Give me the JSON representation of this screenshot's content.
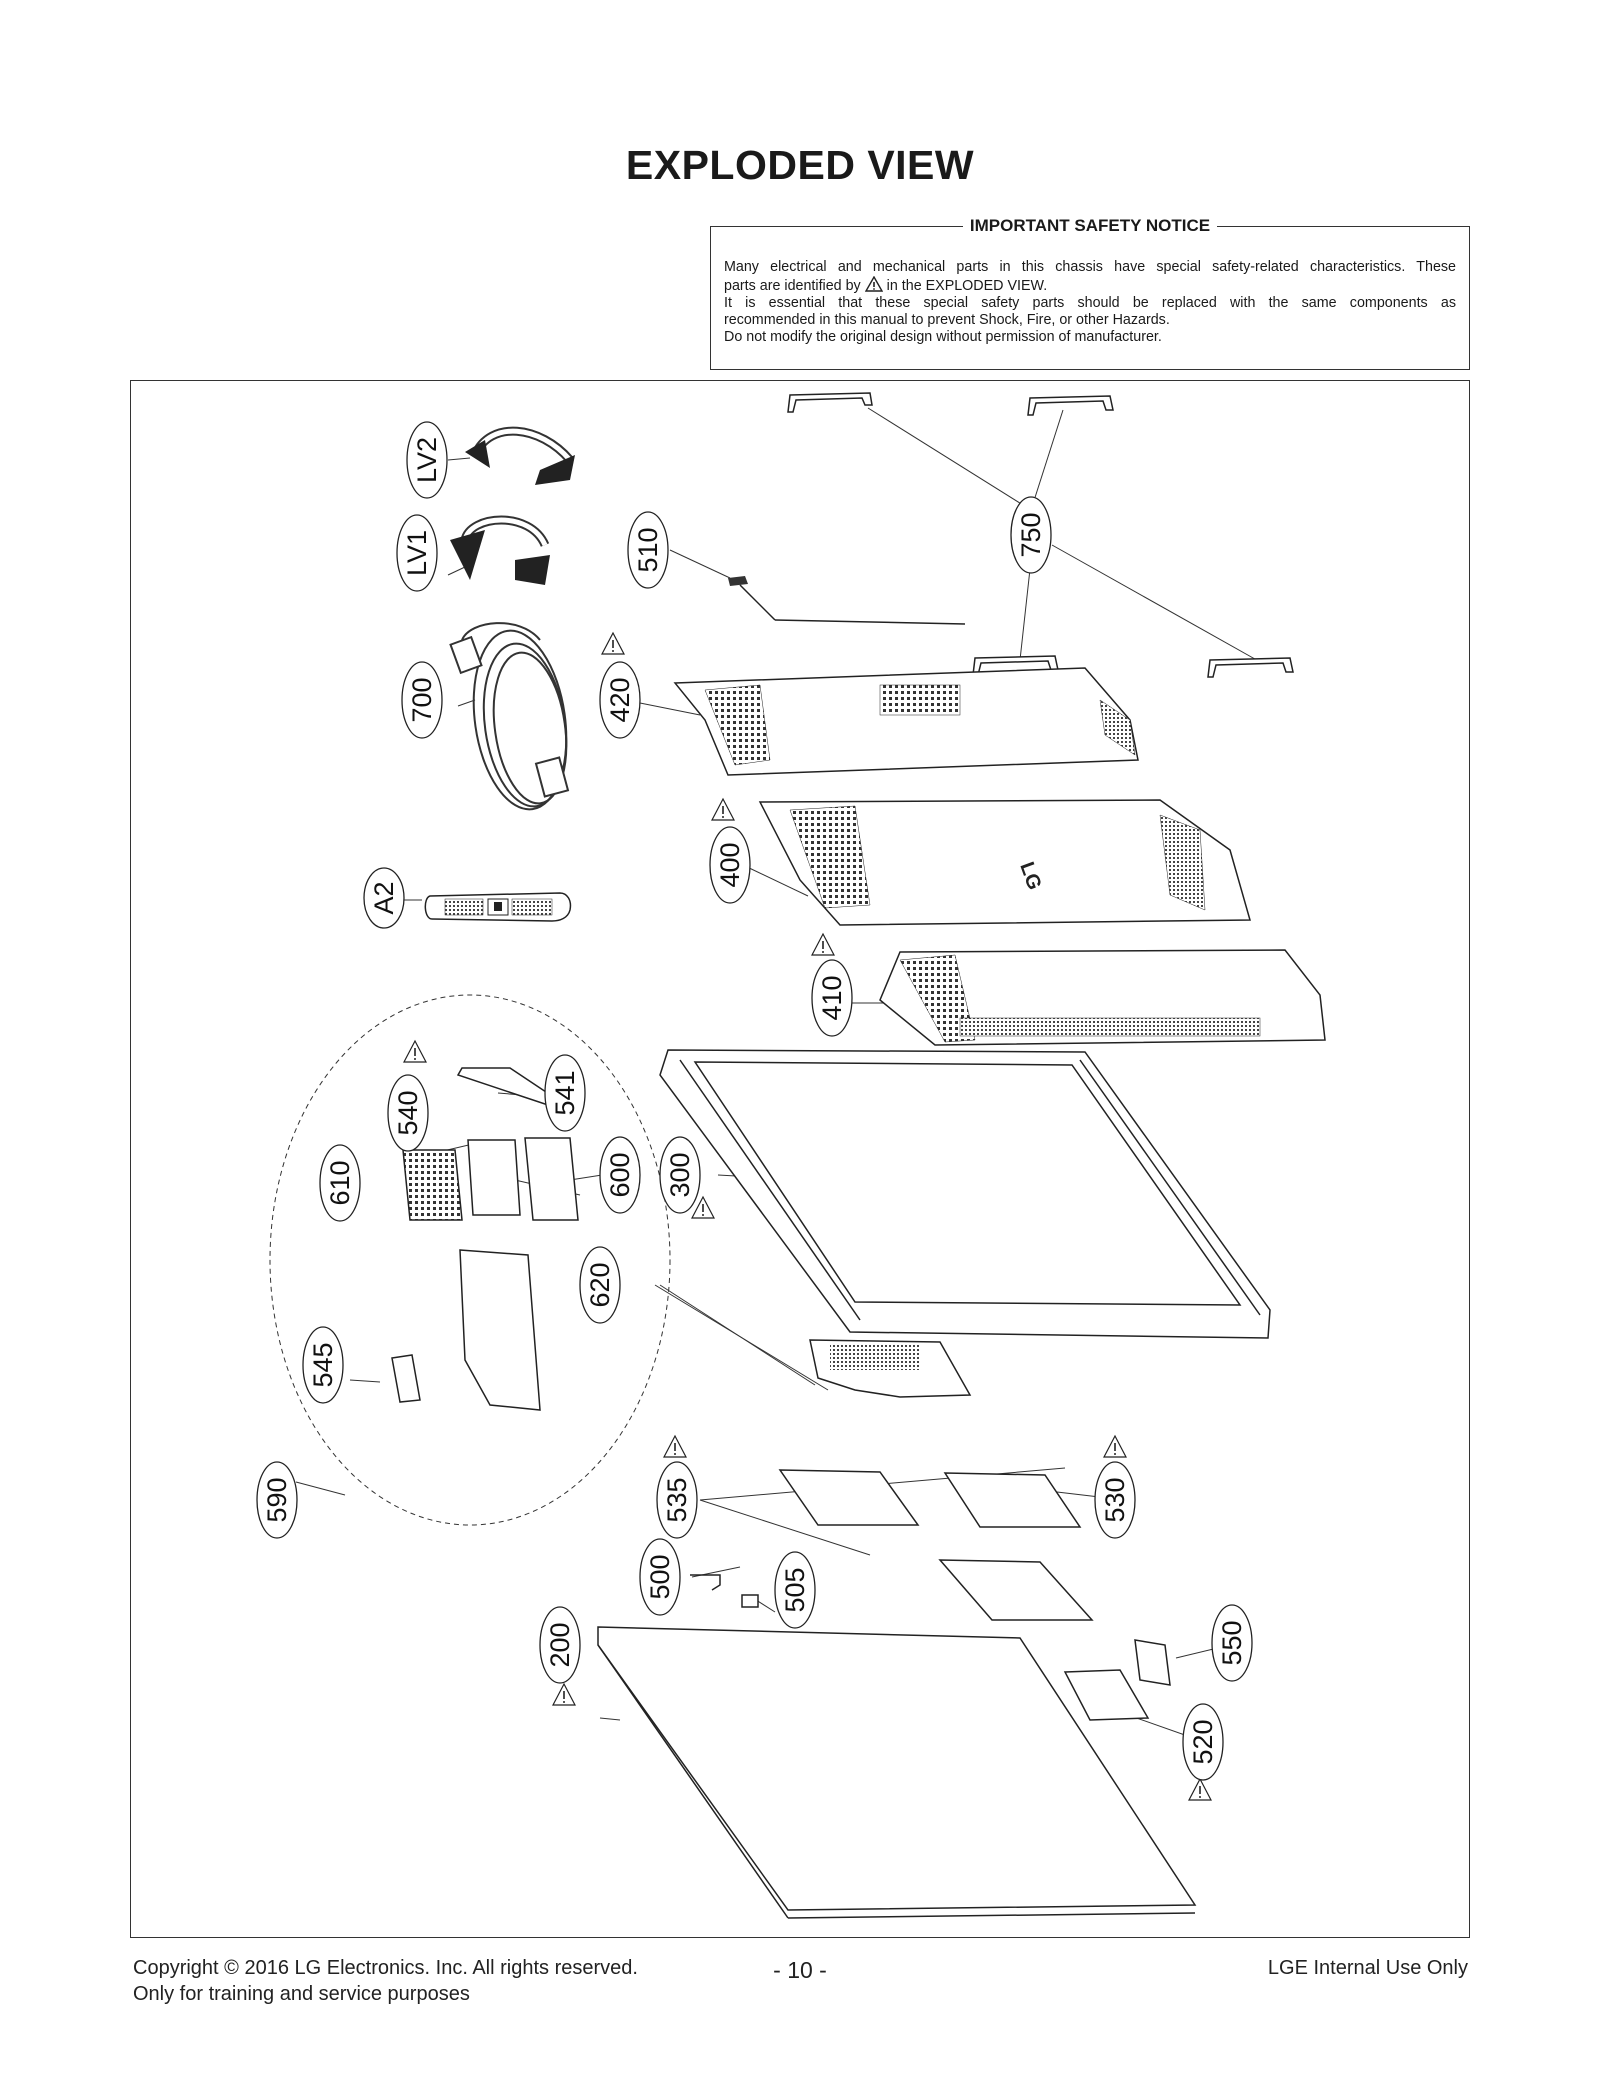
{
  "title": "EXPLODED VIEW",
  "notice": {
    "heading": "IMPORTANT SAFETY NOTICE",
    "line1": "Many electrical and mechanical parts in this chassis have special safety-related characteristics. These",
    "line2a": "parts are identified by",
    "line2b": "in the EXPLODED VIEW.",
    "line3": "It is essential that these special safety parts should be replaced with the same components as",
    "line4": "recommended in this manual to prevent Shock, Fire, or other Hazards.",
    "line5": "Do not modify the original design without permission of manufacturer."
  },
  "labels": {
    "lv2": "LV2",
    "lv1": "LV1",
    "p700": "700",
    "a2": "A2",
    "p510": "510",
    "p750": "750",
    "p420": "420",
    "p400": "400",
    "p410": "410",
    "p541": "541",
    "p540": "540",
    "p610": "610",
    "p600": "600",
    "p300": "300",
    "p620": "620",
    "p545": "545",
    "p590": "590",
    "p535": "535",
    "p530": "530",
    "p500": "500",
    "p505": "505",
    "p200": "200",
    "p550": "550",
    "p520": "520"
  },
  "footer": {
    "copyright": "Copyright  © 2016  LG Electronics. Inc. All rights reserved.",
    "purpose": "Only for training and service purposes",
    "page": "- 10 -",
    "internal": "LGE Internal Use Only"
  }
}
